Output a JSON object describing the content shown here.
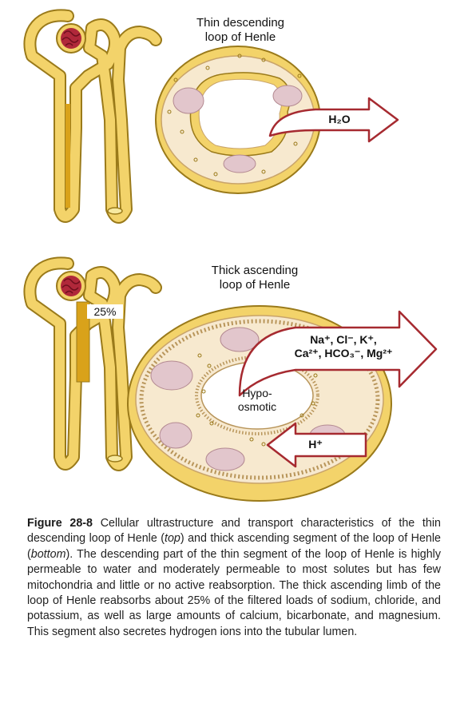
{
  "top_panel": {
    "title_line1": "Thin descending",
    "title_line2": "loop of Henle",
    "arrow_label": "H₂O"
  },
  "bottom_panel": {
    "title_line1": "Thick ascending",
    "title_line2": "loop of Henle",
    "percent_label": "25%",
    "out_arrow_line1": "Na⁺, Cl⁻, K⁺,",
    "out_arrow_line2": "Ca²⁺, HCO₃⁻, Mg²⁺",
    "lumen_line1": "Hypo-",
    "lumen_line2": "osmotic",
    "in_arrow_label": "H⁺"
  },
  "caption": {
    "figure_number": "Figure 28-8",
    "text_1": "Cellular ultrastructure and transport characteristics of the thin descending loop of Henle (",
    "top_word": "top",
    "text_2": ") and thick ascending segment of the loop of Henle (",
    "bottom_word": "bottom",
    "text_3": "). The descending part of the thin segment of the loop of Henle is highly permeable to water and moderately permeable to most solutes but has few mitochondria and little or no active reabsorption. The thick ascending limb of the loop of Henle reabsorbs about 25% of the filtered loads of sodium, chloride, and potassium, as well as large amounts of calcium, bicarbonate, and magnesium. This segment also secretes hydrogen ions into the tubular lumen."
  },
  "colors": {
    "tubule_fill": "#f3d36a",
    "tubule_stroke": "#9a7a1a",
    "highlight_segment": "#d9a21a",
    "glomerulus": "#b0283a",
    "cell_fill": "#f7e9cf",
    "nucleus_fill": "#e2c6cc",
    "arrow_stroke": "#a62a30"
  }
}
